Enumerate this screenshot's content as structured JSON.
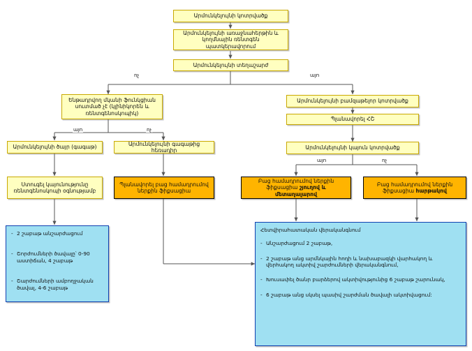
{
  "diagram": {
    "title_node": "Արմունկելույնի կոտրվածք",
    "nodes": {
      "n1": "Արմունկելույնի կոտրվածք",
      "n2": "Արմունկելույնի առաջնահերթին և կողմնային ռենտգեն պատկերավորում",
      "n3": "Արմունկելույնի տեղաշարժ",
      "n4": "Ենթադրվող մկանի ֆունկցիան սուտմած չէ (կլինիկորեն և ռենտգենոսկոպիկ)",
      "n5": "Արմունկելույնի բամզաթելոր կոտրվածք",
      "n6": "Պլանավորել ՀՇ",
      "n7": "Արմունկելույնի ծայր (գագաթ)",
      "n8": "Արմունկելույնի գագաթից հեռադիր",
      "n9": "Արմունկելույնի կայուն կոտրվածք",
      "n10": "Ստուգել կայունությունը ռենտգենոսկոպի օգնությամբ",
      "n11_line1": "Պլանավորել բաց համադրումով",
      "n11_line2": "ներքին ֆիքսացիա",
      "n12_line1": "Բաց համադրումով ներքին",
      "n12_line2_a": "ֆիքսացիա ",
      "n12_line2_b": "շյուղով և մետաղալարով",
      "n13_line1": "Բաց համադրումով ներքին",
      "n13_line2_a": "ֆիքսացիա ",
      "n13_line2_b": "հարթակով"
    },
    "edge_labels": {
      "e1_no": "ոչ",
      "e1_yes": "այո",
      "e2_yes": "այո",
      "e2_no": "ոչ",
      "e3_yes": "այո",
      "e3_no": "ոչ"
    },
    "left_outcome": {
      "bullets": [
        "2 շաբաթ անշարժացում",
        "Շորժումների ծավալը՝ 0-90 աստիճան, 4 շաբաթ",
        "Շարժումների ամբողջական ծավալ, 4-6 շաբաթ"
      ]
    },
    "right_outcome": {
      "header": "Հետվիրահատական վերականգնում",
      "bullets": [
        "Անշարժացում 2 շաբաթ,",
        "2 շաբաթ անց արմնկային հոդի և նախաբազկի վարհակող և վերհակող ակտիվ շարժումների վերականգնում,",
        "Խուսափել ծանր բարձերով ակտիվությունից 6 շաբաթ շարունակ,",
        "6 շաբաթ անց սկսել պասիվ շարժման ծավալի ակտիվացում:"
      ]
    },
    "colors": {
      "yellow_fill": "#ffffc0",
      "yellow_border": "#c8a800",
      "orange_fill": "#ffb400",
      "orange_border": "#000000",
      "blue_fill": "#9fe0f2",
      "blue_border": "#1040b0",
      "line": "#555555"
    }
  }
}
